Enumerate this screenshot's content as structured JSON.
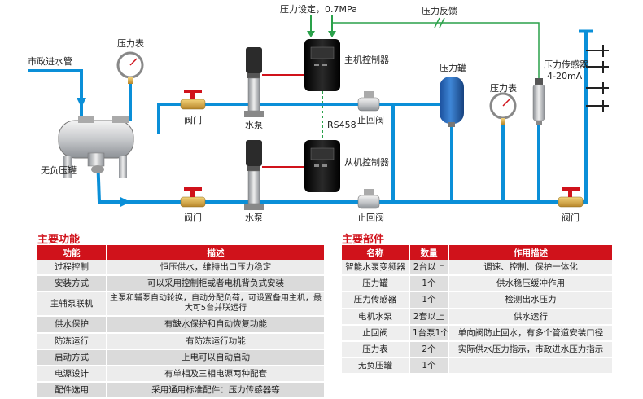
{
  "diagram": {
    "labels": {
      "municipal_inlet": "市政进水管",
      "pressure_gauge_left": "压力表",
      "tank_no_negative": "无负压罐",
      "valve_top": "阀门",
      "valve_bottom": "阀门",
      "valve_right": "阀门",
      "pump_top": "水泵",
      "pump_bottom": "水泵",
      "pressure_setting": "压力设定，0.7MPa",
      "pressure_feedback": "压力反馈",
      "master_controller": "主机控制器",
      "slave_controller": "从机控制器",
      "rs458": "RS458",
      "check_valve_top": "止回阀",
      "check_valve_bottom": "止回阀",
      "pressure_tank": "压力罐",
      "pressure_gauge_right": "压力表",
      "pressure_sensor": "压力传感器",
      "sensor_signal": "4-20mA"
    }
  },
  "functions": {
    "title": "主要功能",
    "headers": [
      "功能",
      "描述"
    ],
    "rows": [
      [
        "过程控制",
        "恒压供水，维持出口压力稳定"
      ],
      [
        "安装方式",
        "可以采用控制柜或者电机背负式安装"
      ],
      [
        "主辅泵联机",
        "主泵和辅泵自动轮换，自动分配负荷，可设置备用主机，最大可5台并联运行"
      ],
      [
        "供水保护",
        "有缺水保护和自动恢复功能"
      ],
      [
        "防冻运行",
        "有防冻运行功能"
      ],
      [
        "启动方式",
        "上电可以自动启动"
      ],
      [
        "电源设计",
        "有单相及三相电源两种配套"
      ],
      [
        "配件选用",
        "采用通用标准配件：压力传感器等"
      ]
    ]
  },
  "parts": {
    "title": "主要部件",
    "headers": [
      "名称",
      "数量",
      "作用描述"
    ],
    "rows": [
      [
        "智能水泵变频器",
        "2台以上",
        "调速、控制、保护一体化"
      ],
      [
        "压力罐",
        "1个",
        "供水稳压缓冲作用"
      ],
      [
        "压力传感器",
        "1个",
        "检测出水压力"
      ],
      [
        "电机水泵",
        "2套以上",
        "供水运行"
      ],
      [
        "止回阀",
        "1台泵1个",
        "单向阀防止回水，有多个管道安装口径"
      ],
      [
        "压力表",
        "2个",
        "实际供水压力指示，市政进水压力指示"
      ],
      [
        "无负压罐",
        "1个",
        ""
      ]
    ]
  },
  "colors": {
    "pipe": "#0a8fd8",
    "accent_red": "#d0121b",
    "feedback_green": "#2aa14a",
    "controller_black": "#1b1b1b"
  }
}
